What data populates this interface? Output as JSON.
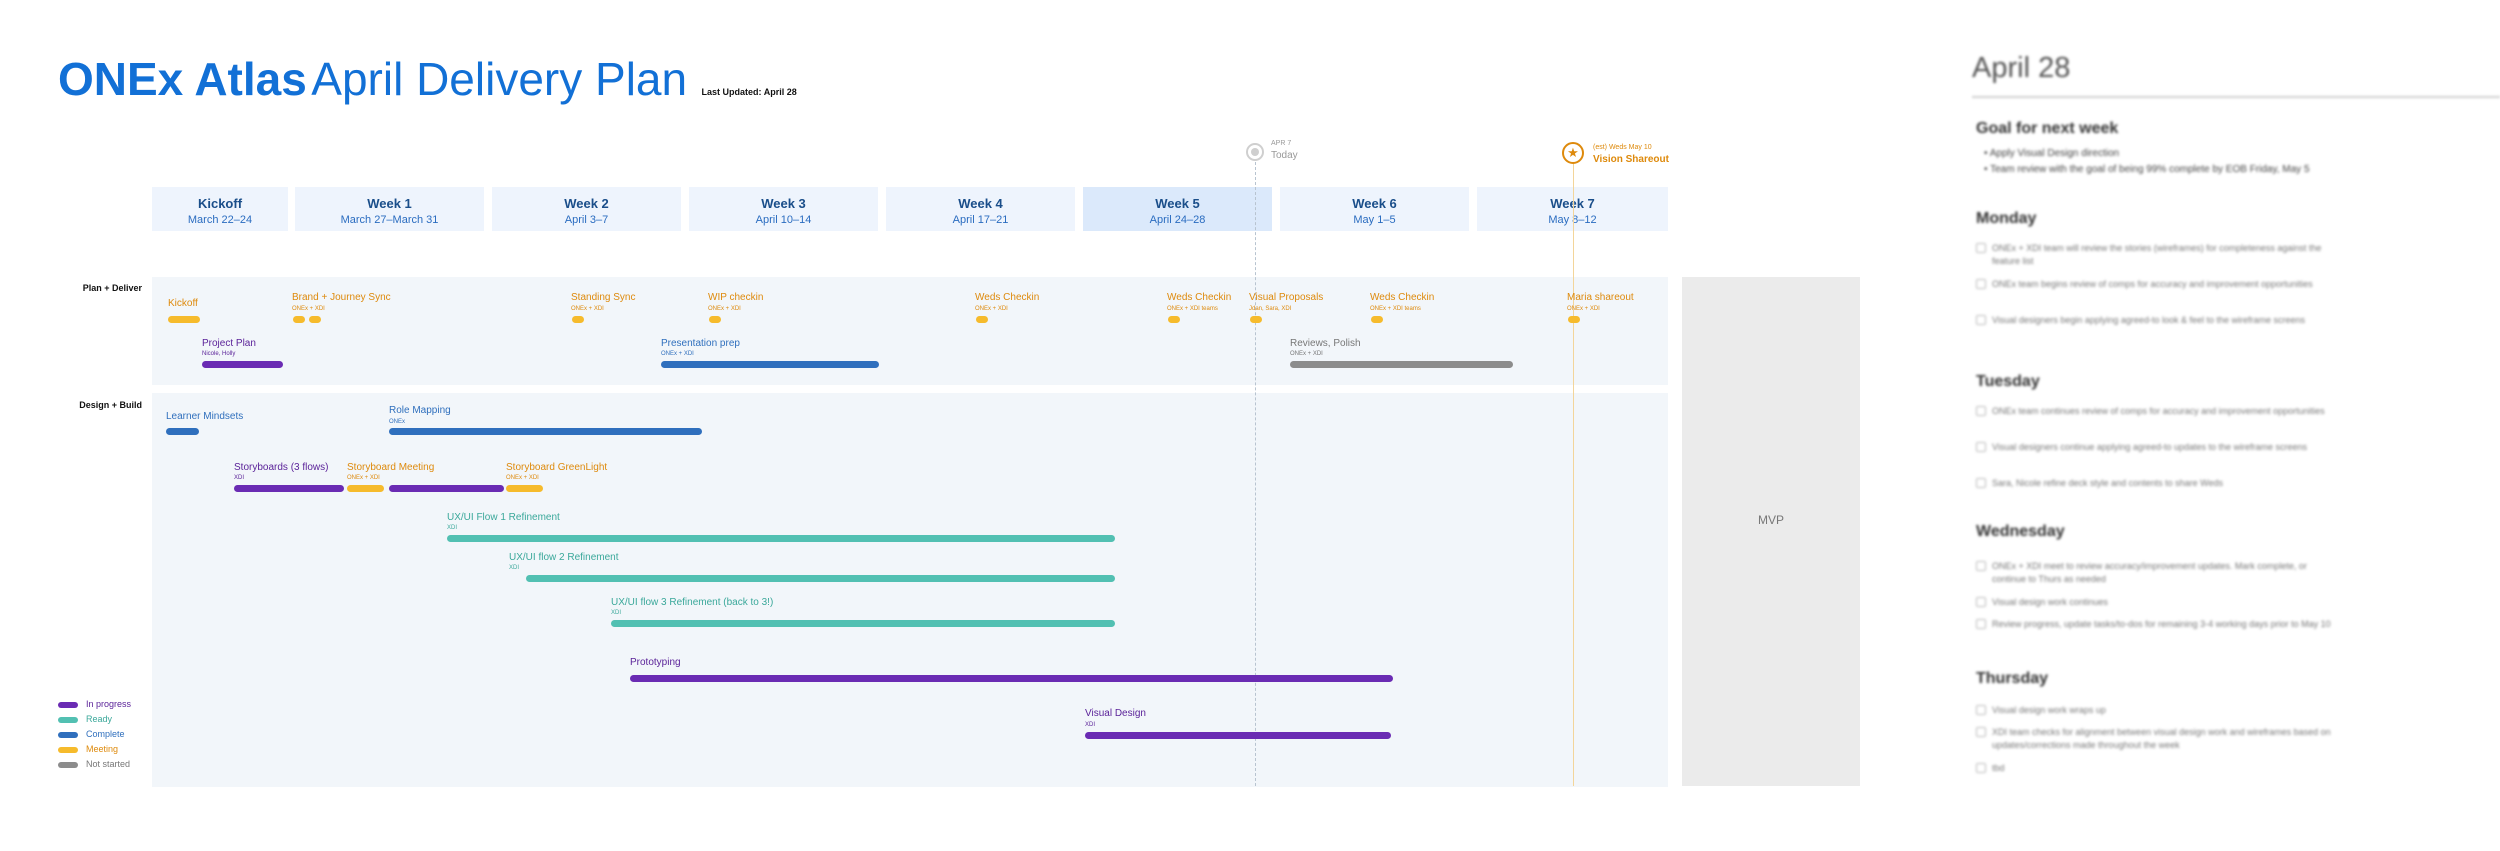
{
  "header": {
    "title_bold": "ONEx Atlas",
    "title_rest": "April Delivery Plan",
    "last_updated": "Last Updated: April 28"
  },
  "weeks": [
    {
      "name": "Kickoff",
      "dates": "March 22–24"
    },
    {
      "name": "Week 1",
      "dates": "March 27–March 31"
    },
    {
      "name": "Week 2",
      "dates": "April 3–7"
    },
    {
      "name": "Week 3",
      "dates": "April 10–14"
    },
    {
      "name": "Week 4",
      "dates": "April 17–21"
    },
    {
      "name": "Week 5",
      "dates": "April 24–28"
    },
    {
      "name": "Week 6",
      "dates": "May 1–5"
    },
    {
      "name": "Week 7",
      "dates": "May 8–12"
    }
  ],
  "markers": {
    "today_small": "APR 7",
    "today": "Today",
    "shareout_small": "(est) Weds May 10",
    "shareout": "Vision Shareout"
  },
  "sections": {
    "plan": "Plan + Deliver",
    "design": "Design + Build"
  },
  "tasks": {
    "kickoff": {
      "name": "Kickoff"
    },
    "brand": {
      "name": "Brand + Journey Sync",
      "sub": "ONEx + XDI"
    },
    "standing": {
      "name": "Standing Sync",
      "sub": "ONEx + XDI"
    },
    "wip": {
      "name": "WIP checkin",
      "sub": "ONEx + XDI"
    },
    "weds1": {
      "name": "Weds Checkin",
      "sub": "ONEx + XDI"
    },
    "weds2": {
      "name": "Weds Checkin",
      "sub": "ONEx + XDI teams"
    },
    "visual_proposals": {
      "name": "Visual Proposals",
      "sub": "Jdan, Sara, XDI"
    },
    "weds3": {
      "name": "Weds Checkin",
      "sub": "ONEx + XDI teams"
    },
    "maria": {
      "name": "Maria shareout",
      "sub": "ONEx + XDI"
    },
    "project_plan": {
      "name": "Project Plan",
      "sub": "Nicole, Holly"
    },
    "presentation": {
      "name": "Presentation prep",
      "sub": "ONEx + XDI"
    },
    "reviews": {
      "name": "Reviews, Polish",
      "sub": "ONEx + XDI"
    },
    "learner": {
      "name": "Learner Mindsets"
    },
    "role": {
      "name": "Role Mapping",
      "sub": "ONEx"
    },
    "storyboards": {
      "name": "Storyboards (3 flows)",
      "sub": "XDI"
    },
    "sb_meeting": {
      "name": "Storyboard Meeting",
      "sub": "ONEx + XDI"
    },
    "sb_greenlight": {
      "name": "Storyboard GreenLight",
      "sub": "ONEx + XDI"
    },
    "flow1": {
      "name": "UX/UI Flow 1 Refinement",
      "sub": "XDI"
    },
    "flow2": {
      "name": "UX/UI flow 2 Refinement",
      "sub": "XDI"
    },
    "flow3": {
      "name": "UX/UI flow 3 Refinement (back to 3!)",
      "sub": "XDI"
    },
    "prototyping": {
      "name": "Prototyping"
    },
    "visual_design": {
      "name": "Visual Design",
      "sub": "XDI"
    }
  },
  "legend": [
    "In progress",
    "Ready",
    "Complete",
    "Meeting",
    "Not started"
  ],
  "mvp": "MVP",
  "notes": {
    "date": "April 28",
    "goal_heading": "Goal for next week",
    "goals": [
      "Apply Visual Design direction",
      "Team review with the goal of being 99% complete by EOB Friday, May 5"
    ],
    "monday": {
      "heading": "Monday",
      "items": [
        "ONEx + XDI team will review the stories (wireframes) for completeness against the feature list",
        "ONEx team begins review of comps for accuracy and improvement opportunities",
        "Visual designers begin applying agreed-to look & feel to the wireframe screens"
      ]
    },
    "tuesday": {
      "heading": "Tuesday",
      "items": [
        "ONEx team continues review of comps for accuracy and improvement opportunities",
        "Visual designers continue applying agreed-to updates to the wireframe screens",
        "Sara, Nicole refine deck style and contents to share Weds"
      ]
    },
    "wednesday": {
      "heading": "Wednesday",
      "items": [
        "ONEx + XDI meet to review accuracy/improvement updates. Mark complete, or continue to Thurs as needed",
        "Visual design work continues",
        "Review progress, update tasks/to-dos for remaining 3-4 working days prior to May 10"
      ]
    },
    "thursday": {
      "heading": "Thursday",
      "items": [
        "Visual design work wraps up",
        "XDI team checks for alignment between visual design work and wireframes based on updates/corrections made throughout the week",
        "tbd"
      ]
    }
  },
  "colors": {
    "in_progress": "#6a2bb3",
    "ready": "#52c0b2",
    "complete": "#2f6fbd",
    "meeting": "#f6bb2c",
    "not_started": "#8c8c8c",
    "title": "#1270d6"
  }
}
